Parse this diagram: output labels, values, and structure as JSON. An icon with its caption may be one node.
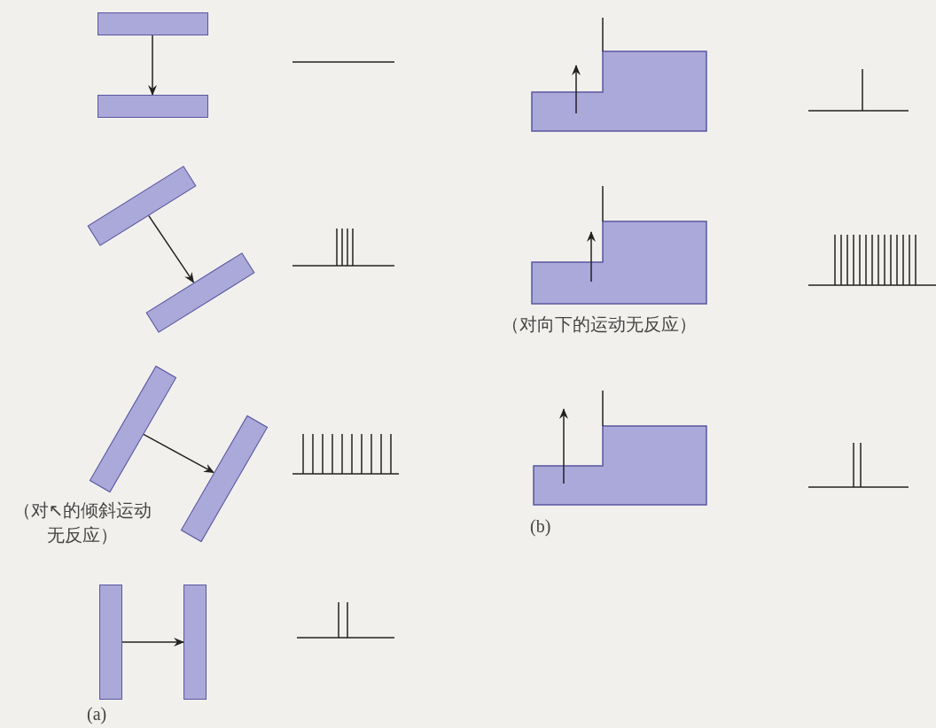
{
  "diagram": {
    "nodes": [
      {
        "text": [],
        "shape": "bar"
      },
      {
        "text": [],
        "shape": "bar"
      },
      {
        "text": [],
        "shape": "bar"
      },
      {
        "text": [],
        "shape": "bar"
      },
      {
        "text": [],
        "shape": "bar"
      },
      {
        "text": [],
        "shape": "bar"
      },
      {
        "text": [],
        "shape": "bar"
      },
      {
        "text": [],
        "shape": "bar"
      }
    ],
    "edges": [
      {
        "from": 0,
        "to": 1,
        "arrow": "to"
      },
      {
        "from": 2,
        "to": 3,
        "arrow": "to"
      },
      {
        "from": 4,
        "to": 5,
        "arrow": "to"
      },
      {
        "from": 6,
        "to": 7,
        "arrow": "to"
      }
    ],
    "labels": [
      "（对↖的倾斜运动无反应）",
      "(a)",
      "（对向下的运动无反应）",
      "(b)"
    ]
  }
}
